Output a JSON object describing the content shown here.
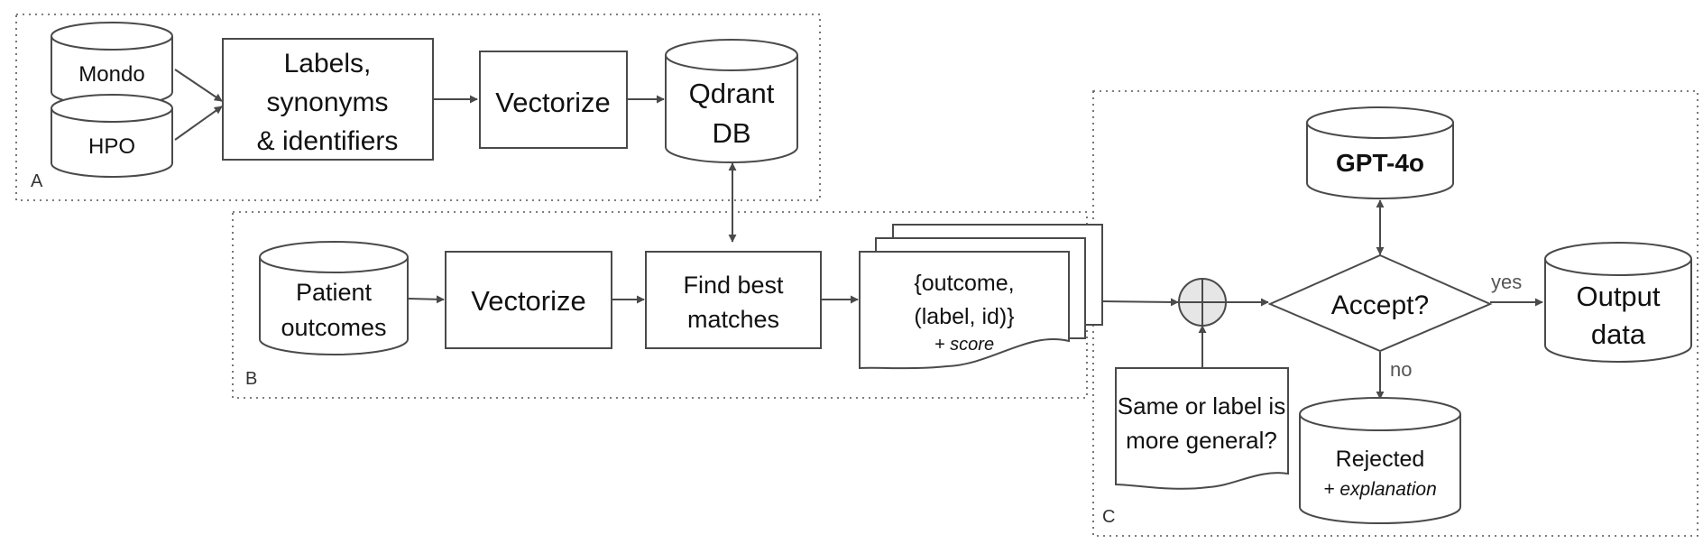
{
  "regions": {
    "a": "A",
    "b": "B",
    "c": "C"
  },
  "nodes": {
    "mondo": "Mondo",
    "hpo": "HPO",
    "labels": [
      "Labels,",
      "synonyms",
      "& identifiers"
    ],
    "vectorize_a": "Vectorize",
    "qdrant": [
      "Qdrant",
      "DB"
    ],
    "patient_outcomes": [
      "Patient",
      "outcomes"
    ],
    "vectorize_b": "Vectorize",
    "find_best": [
      "Find best",
      "matches"
    ],
    "results": [
      "{outcome,",
      "(label, id)}"
    ],
    "results_score": "+ score",
    "gpt": "GPT-4o",
    "accept": "Accept?",
    "output": [
      "Output",
      "data"
    ],
    "rejected": "Rejected",
    "rejected_note": "+ explanation",
    "criteria": [
      "Same or label is",
      "more general?"
    ]
  },
  "edge_labels": {
    "yes": "yes",
    "no": "no"
  },
  "colors": {
    "stroke": "#4a4a4a",
    "combiner_fill": "#e6e6e6",
    "region_border": "#555555"
  }
}
